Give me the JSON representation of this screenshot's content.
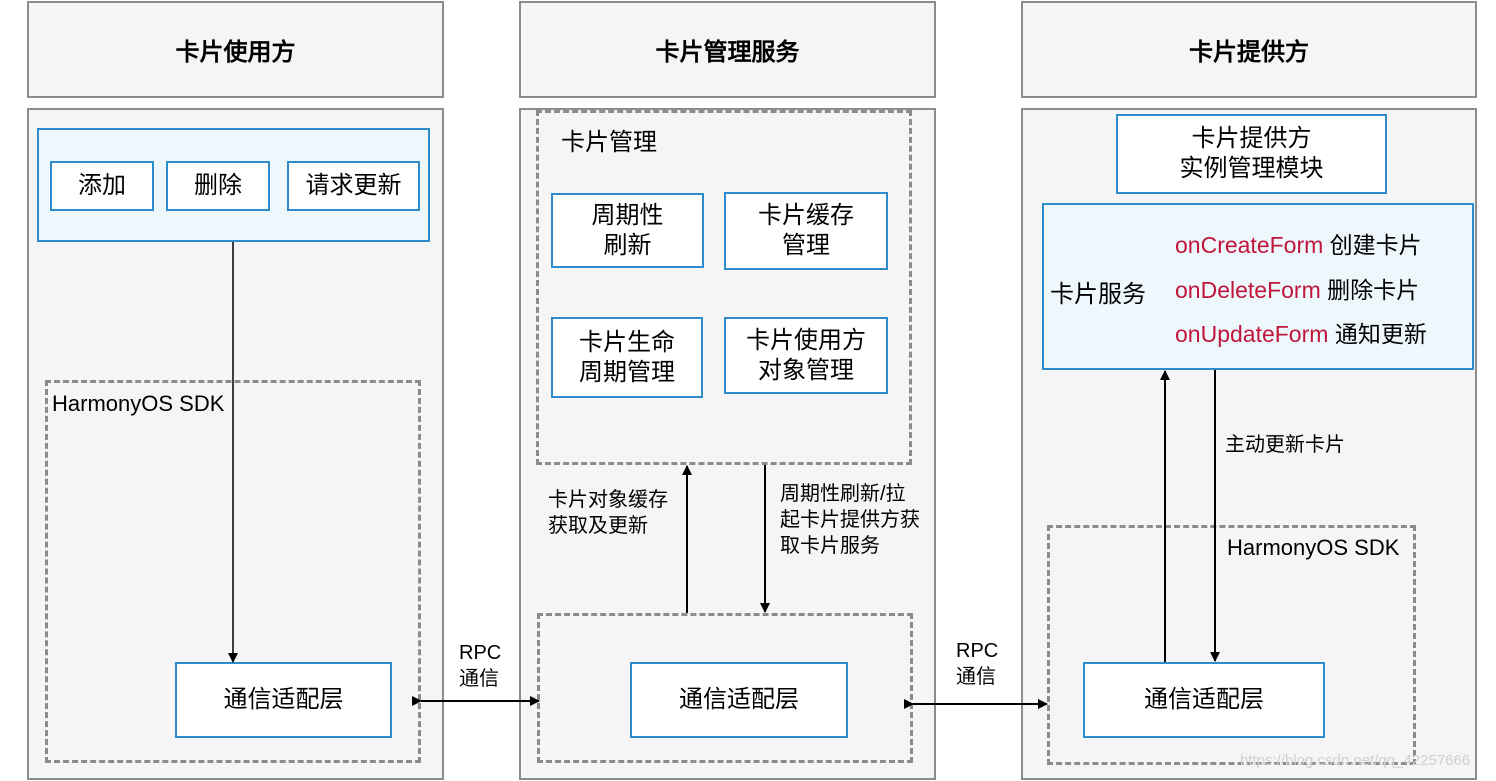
{
  "columns": {
    "left": {
      "title": "卡片使用方"
    },
    "middle": {
      "title": "卡片管理服务"
    },
    "right": {
      "title": "卡片提供方"
    }
  },
  "left": {
    "actions": [
      "添加",
      "删除",
      "请求更新"
    ],
    "sdk_label": "HarmonyOS SDK",
    "adapter": "通信适配层"
  },
  "middle": {
    "group_label": "卡片管理",
    "modules": [
      [
        "周期性",
        "刷新"
      ],
      [
        "卡片缓存",
        "管理"
      ],
      [
        "卡片生命",
        "周期管理"
      ],
      [
        "卡片使用方",
        "对象管理"
      ]
    ],
    "up_arrow_label": [
      "卡片对象缓存",
      "获取及更新"
    ],
    "down_arrow_label": [
      "周期性刷新/拉",
      "起卡片提供方获",
      "取卡片服务"
    ],
    "adapter": "通信适配层"
  },
  "right": {
    "instance_module": [
      "卡片提供方",
      "实例管理模块"
    ],
    "service_label": "卡片服务",
    "callbacks": [
      {
        "name": "onCreateForm",
        "desc": "创建卡片"
      },
      {
        "name": "onDeleteForm",
        "desc": "删除卡片"
      },
      {
        "name": "onUpdateForm",
        "desc": "通知更新"
      }
    ],
    "down_arrow_label": "主动更新卡片",
    "sdk_label": "HarmonyOS SDK",
    "adapter": "通信适配层"
  },
  "rpc": {
    "left": [
      "RPC",
      "通信"
    ],
    "right": [
      "RPC",
      "通信"
    ]
  },
  "watermark": "https://blog.csdn.net/qq_42257666",
  "colors": {
    "accent_border": "#2e8ccc",
    "callback_text": "#c0163b",
    "panel_bg": "#f5f5f5"
  }
}
